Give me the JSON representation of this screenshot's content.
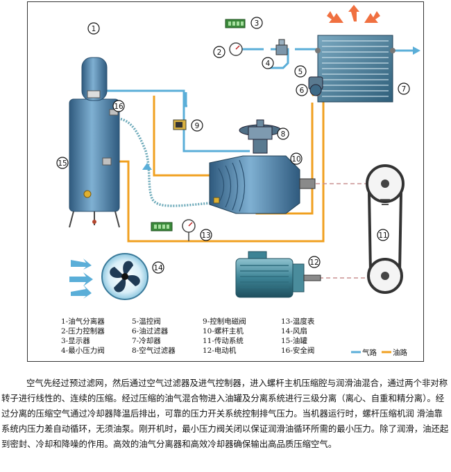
{
  "diagram": {
    "markers": [
      "1",
      "2",
      "3",
      "4",
      "5",
      "6",
      "7",
      "8",
      "9",
      "10",
      "11",
      "12",
      "13",
      "14",
      "15",
      "16"
    ],
    "legend_items": [
      "1-油气分离器",
      "2-压力控制器",
      "3-显示器",
      "4-最小压力阀",
      "5-温控阀",
      "6-油过滤器",
      "7-冷却器",
      "8-空气过滤器",
      "9-控制电磁阀",
      "10-螺杆主机",
      "11-传动系统",
      "12-电动机",
      "13-温度表",
      "14-风扇",
      "15-油罐",
      "16-安全阀"
    ],
    "line_legend": {
      "air": "气路",
      "oil": "油路"
    },
    "colors": {
      "air": "#5aaed8",
      "oil": "#f0a020",
      "arrow": "#f07040",
      "vessel": "#4a7aa0",
      "teal": "#3a7a8a"
    }
  },
  "description": "空气先经过预过滤网，然后通过空气过滤器及进气控制器，进入螺杆主机压缩腔与润滑油混合，通过两个非对称 转子进行线性的、连续的压缩。经过压缩的油气混合物进入油罐及分离系统进行三级分离（离心、自重和精分离）。经过分离的压缩空气通过冷却器降温后排出，可靠的压力开关系统控制排气压力。当机器运行时，螺杆压缩机润 滑油靠系统内压力差自动循环，无须油泵。刚开机时，最小压力阀关闭以保证润滑油循环所需的最小压力。除了润滑，油还起到密封、冷却和降噪的作用。高效的油气分离器和高效冷却器确保输出高品质压缩空气。"
}
